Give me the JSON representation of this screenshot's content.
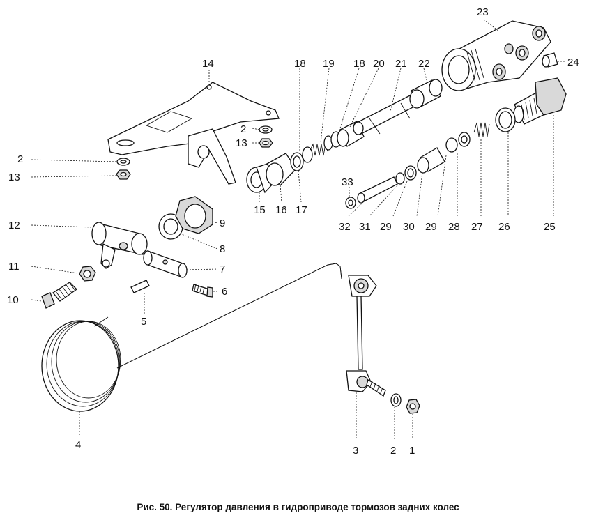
{
  "figure": {
    "caption": "Рис. 50. Регулятор давления в гидроприводе тормозов задних колес"
  },
  "callouts": {
    "n1": "1",
    "n2a": "2",
    "n2b": "2",
    "n2c": "2",
    "n3": "3",
    "n4": "4",
    "n5": "5",
    "n6": "6",
    "n7": "7",
    "n8": "8",
    "n9": "9",
    "n10": "10",
    "n11": "11",
    "n12": "12",
    "n13a": "13",
    "n13b": "13",
    "n14": "14",
    "n15": "15",
    "n16": "16",
    "n17": "17",
    "n18a": "18",
    "n18b": "18",
    "n19": "19",
    "n20": "20",
    "n21": "21",
    "n22": "22",
    "n23": "23",
    "n24": "24",
    "n25": "25",
    "n26": "26",
    "n27": "27",
    "n28": "28",
    "n29a": "29",
    "n29b": "29",
    "n30": "30",
    "n31": "31",
    "n32": "32",
    "n33": "33"
  }
}
